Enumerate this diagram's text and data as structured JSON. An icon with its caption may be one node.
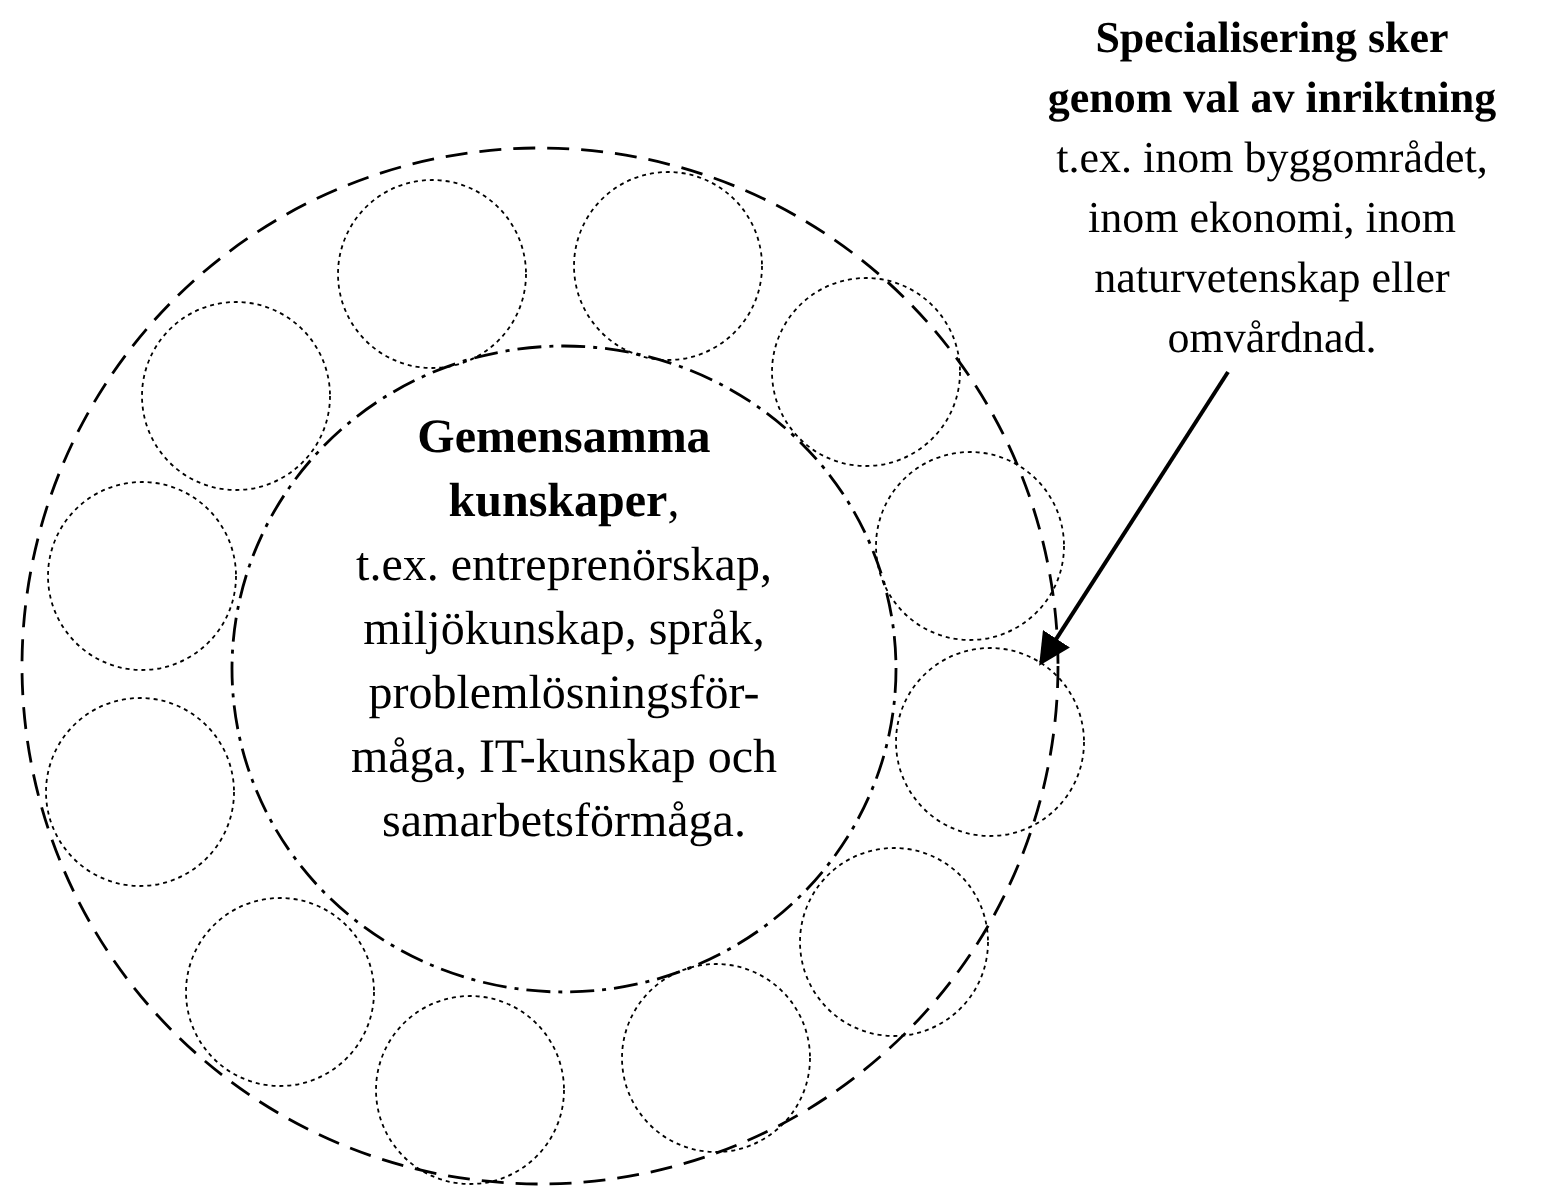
{
  "diagram": {
    "nodes": [
      {
        "text": [],
        "shape": "circle"
      },
      {
        "text": [
          "**Gemensamma kunskaper**,",
          "t.ex. entreprenörskap, miljökunskap, språk, problemlösningsför- måga, IT-kunskap och samarbetsförmåga."
        ],
        "in": 0
      },
      {
        "text": [],
        "shape": "circle",
        "in": 0
      },
      {
        "text": [],
        "shape": "circle",
        "in": 0
      },
      {
        "text": [],
        "shape": "circle",
        "in": 0
      },
      {
        "text": [],
        "shape": "circle",
        "in": 0
      },
      {
        "text": [],
        "shape": "circle",
        "in": 0
      },
      {
        "text": [],
        "shape": "circle",
        "in": 0
      },
      {
        "text": [],
        "shape": "circle",
        "in": 0
      },
      {
        "text": [],
        "shape": "circle",
        "in": 0
      },
      {
        "text": [],
        "shape": "circle",
        "in": 0
      },
      {
        "text": [],
        "shape": "circle",
        "in": 0
      },
      {
        "text": [],
        "shape": "circle",
        "in": 0
      },
      {
        "text": [],
        "shape": "circle",
        "in": 0
      },
      {
        "text": [
          "Specialisering sker genom val av inriktning",
          "t.ex. inom byggområdet, inom ekonomi, inom naturvetenskap eller omvårdnad."
        ]
      }
    ],
    "edges": [
      {
        "from": 14,
        "to": 6,
        "arrow": "to"
      }
    ]
  }
}
